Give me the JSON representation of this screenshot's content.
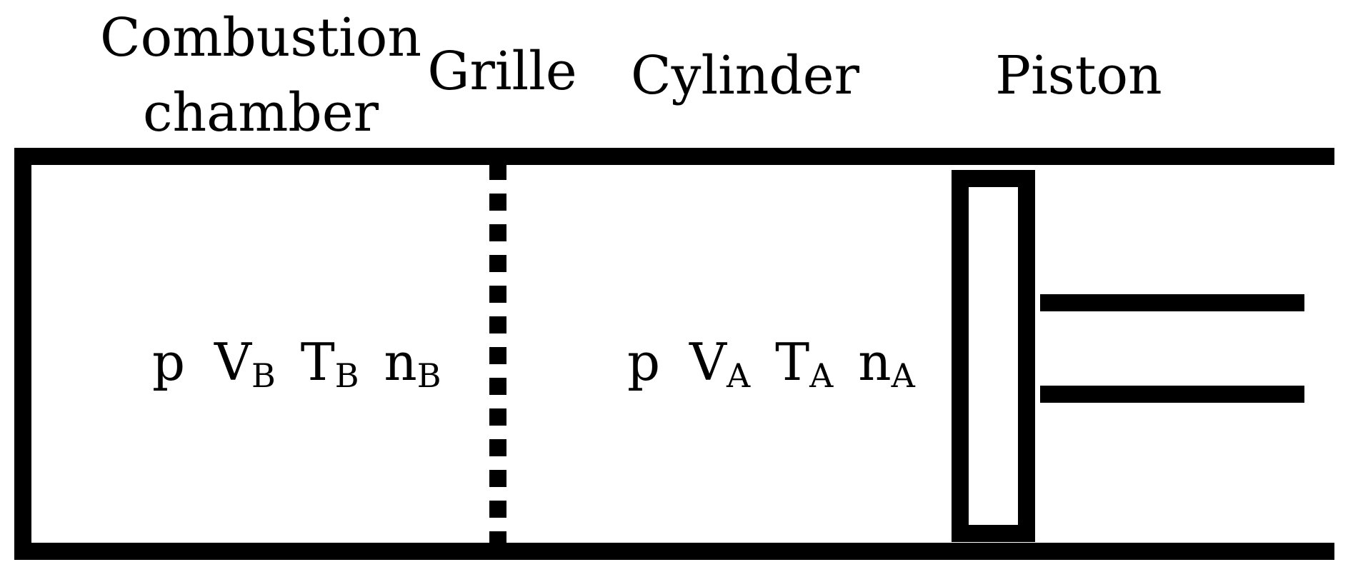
{
  "labels": {
    "combustion_line1": "Combustion",
    "combustion_line2": "chamber",
    "grille": "Grille",
    "cylinder": "Cylinder",
    "piston": "Piston"
  },
  "chamber_vars": {
    "pressure": "p",
    "volume": "V",
    "volume_sub": "B",
    "temperature": "T",
    "temperature_sub": "B",
    "moles": "n",
    "moles_sub": "B"
  },
  "cylinder_vars": {
    "pressure": "p",
    "volume": "V",
    "volume_sub": "A",
    "temperature": "T",
    "temperature_sub": "A",
    "moles": "n",
    "moles_sub": "A"
  },
  "colors": {
    "stroke": "#000000",
    "background": "#ffffff"
  }
}
